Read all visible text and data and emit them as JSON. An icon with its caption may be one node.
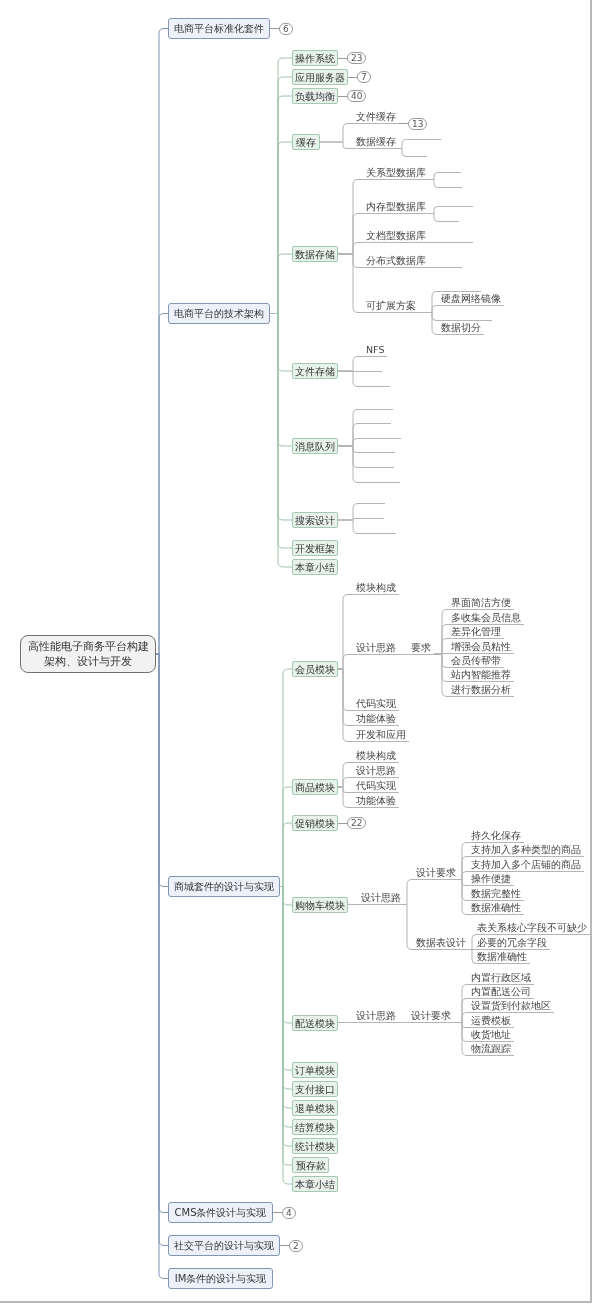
{
  "diagram": {
    "nodes": [
      {
        "text": [
          "高性能电子商务平台构建架构、设计与开发"
        ]
      },
      {
        "text": [
          "电商平台标准化套件"
        ],
        "beside": [
          "6"
        ]
      },
      {
        "text": [
          "电商平台的技术架构"
        ]
      },
      {
        "text": [
          "操作系统"
        ],
        "beside": [
          "23"
        ]
      },
      {
        "text": [
          "应用服务器"
        ],
        "beside": [
          "7"
        ]
      },
      {
        "text": [
          "负载均衡"
        ],
        "beside": [
          "40"
        ]
      },
      {
        "text": [
          "缓存"
        ]
      },
      {
        "text": [
          "文件缓存"
        ],
        "beside": [
          "13"
        ]
      },
      {
        "text": [
          "数据缓存"
        ]
      },
      {
        "text": [],
        "shape": "line"
      },
      {
        "text": [],
        "shape": "line"
      },
      {
        "text": [
          "数据存储"
        ]
      },
      {
        "text": [
          "关系型数据库"
        ]
      },
      {
        "text": [],
        "shape": "line"
      },
      {
        "text": [],
        "shape": "line"
      },
      {
        "text": [
          "内存型数据库"
        ]
      },
      {
        "text": [],
        "shape": "line"
      },
      {
        "text": [],
        "shape": "line"
      },
      {
        "text": [
          "文档型数据库"
        ]
      },
      {
        "text": [],
        "shape": "line"
      },
      {
        "text": [
          "分布式数据库"
        ]
      },
      {
        "text": [],
        "shape": "line"
      },
      {
        "text": [
          "可扩展方案"
        ]
      },
      {
        "text": [],
        "shape": "line"
      },
      {
        "text": [
          "硬盘网络镜像"
        ]
      },
      {
        "text": [],
        "shape": "line"
      },
      {
        "text": [
          "数据切分"
        ]
      },
      {
        "text": [
          "文件存储"
        ]
      },
      {
        "text": [
          "NFS"
        ]
      },
      {
        "text": [],
        "shape": "line"
      },
      {
        "text": [],
        "shape": "line"
      },
      {
        "text": [
          "消息队列"
        ]
      },
      {
        "text": [],
        "shape": "line"
      },
      {
        "text": [],
        "shape": "line"
      },
      {
        "text": [],
        "shape": "line"
      },
      {
        "text": [],
        "shape": "line"
      },
      {
        "text": [],
        "shape": "line"
      },
      {
        "text": [],
        "shape": "line"
      },
      {
        "text": [
          "搜索设计"
        ]
      },
      {
        "text": [],
        "shape": "line"
      },
      {
        "text": [],
        "shape": "line"
      },
      {
        "text": [],
        "shape": "line"
      },
      {
        "text": [
          "开发框架"
        ]
      },
      {
        "text": [
          "本章小结"
        ]
      },
      {
        "text": [
          "商城套件的设计与实现"
        ]
      },
      {
        "text": [
          "会员模块"
        ]
      },
      {
        "text": [
          "模块构成"
        ]
      },
      {
        "text": [
          "设计思路"
        ]
      },
      {
        "text": [
          "要求"
        ]
      },
      {
        "text": [
          "界面简洁方便"
        ]
      },
      {
        "text": [
          "多收集会员信息"
        ]
      },
      {
        "text": [
          "差异化管理"
        ]
      },
      {
        "text": [
          "增强会员粘性"
        ]
      },
      {
        "text": [
          "会员传帮带"
        ]
      },
      {
        "text": [
          "站内智能推荐"
        ]
      },
      {
        "text": [
          "进行数据分析"
        ]
      },
      {
        "text": [
          "代码实现"
        ]
      },
      {
        "text": [
          "功能体验"
        ]
      },
      {
        "text": [
          "开发和应用"
        ]
      },
      {
        "text": [
          "商品模块"
        ]
      },
      {
        "text": [
          "模块构成"
        ]
      },
      {
        "text": [
          "设计思路"
        ]
      },
      {
        "text": [
          "代码实现"
        ]
      },
      {
        "text": [
          "功能体验"
        ]
      },
      {
        "text": [
          "促销模块"
        ],
        "beside": [
          "22"
        ]
      },
      {
        "text": [
          "购物车模块"
        ]
      },
      {
        "text": [
          "设计思路"
        ]
      },
      {
        "text": [
          "设计要求"
        ]
      },
      {
        "text": [
          "持久化保存"
        ]
      },
      {
        "text": [
          "支持加入多种类型的商品"
        ]
      },
      {
        "text": [
          "支持加入多个店铺的商品"
        ]
      },
      {
        "text": [
          "操作便捷"
        ]
      },
      {
        "text": [
          "数据完整性"
        ]
      },
      {
        "text": [
          "数据准确性"
        ]
      },
      {
        "text": [
          "数据表设计"
        ]
      },
      {
        "text": [
          "表关系核心字段不可缺少"
        ]
      },
      {
        "text": [
          "必要的冗余字段"
        ]
      },
      {
        "text": [
          "数据准确性"
        ]
      },
      {
        "text": [
          "配送模块"
        ]
      },
      {
        "text": [
          "设计思路"
        ]
      },
      {
        "text": [
          "设计要求"
        ]
      },
      {
        "text": [
          "内置行政区域"
        ]
      },
      {
        "text": [
          "内置配送公司"
        ]
      },
      {
        "text": [
          "设置货到付款地区"
        ]
      },
      {
        "text": [
          "运费模板"
        ]
      },
      {
        "text": [
          "收货地址"
        ]
      },
      {
        "text": [
          "物流跟踪"
        ]
      },
      {
        "text": [
          "订单模块"
        ]
      },
      {
        "text": [
          "支付接口"
        ]
      },
      {
        "text": [
          "退单模块"
        ]
      },
      {
        "text": [
          "结算模块"
        ]
      },
      {
        "text": [
          "统计模块"
        ]
      },
      {
        "text": [
          "预存款"
        ]
      },
      {
        "text": [
          "本章小结"
        ]
      },
      {
        "text": [
          "CMS条件设计与实现"
        ],
        "beside": [
          "4"
        ]
      },
      {
        "text": [
          "社交平台的设计与实现"
        ],
        "beside": [
          "2"
        ]
      },
      {
        "text": [
          "IM条件的设计与实现"
        ]
      }
    ],
    "edges": [
      {
        "from": 0,
        "to": 1,
        "arrow": "none",
        "color": "#7f96b6"
      },
      {
        "from": 0,
        "to": 2,
        "arrow": "none",
        "color": "#7f96b6"
      },
      {
        "from": 0,
        "to": 44,
        "arrow": "none",
        "color": "#7f96b6"
      },
      {
        "from": 0,
        "to": 94,
        "arrow": "none",
        "color": "#7f96b6"
      },
      {
        "from": 0,
        "to": 95,
        "arrow": "none",
        "color": "#7f96b6"
      },
      {
        "from": 0,
        "to": 96,
        "arrow": "none",
        "color": "#7f96b6"
      },
      {
        "from": 2,
        "to": 3,
        "arrow": "none",
        "color": "#9fc6ab"
      },
      {
        "from": 2,
        "to": 4,
        "arrow": "none",
        "color": "#9fc6ab"
      },
      {
        "from": 2,
        "to": 5,
        "arrow": "none",
        "color": "#9fc6ab"
      },
      {
        "from": 2,
        "to": 6,
        "arrow": "none",
        "color": "#9fc6ab"
      },
      {
        "from": 2,
        "to": 11,
        "arrow": "none",
        "color": "#9fc6ab"
      },
      {
        "from": 2,
        "to": 27,
        "arrow": "none",
        "color": "#9fc6ab"
      },
      {
        "from": 2,
        "to": 31,
        "arrow": "none",
        "color": "#9fc6ab"
      },
      {
        "from": 2,
        "to": 38,
        "arrow": "none",
        "color": "#9fc6ab"
      },
      {
        "from": 2,
        "to": 42,
        "arrow": "none",
        "color": "#9fc6ab"
      },
      {
        "from": 2,
        "to": 43,
        "arrow": "none",
        "color": "#9fc6ab"
      },
      {
        "from": 6,
        "to": 7,
        "arrow": "none"
      },
      {
        "from": 6,
        "to": 8,
        "arrow": "none"
      },
      {
        "from": 8,
        "to": 9,
        "arrow": "none"
      },
      {
        "from": 8,
        "to": 10,
        "arrow": "none"
      },
      {
        "from": 11,
        "to": 12,
        "arrow": "none"
      },
      {
        "from": 11,
        "to": 15,
        "arrow": "none"
      },
      {
        "from": 11,
        "to": 18,
        "arrow": "none"
      },
      {
        "from": 11,
        "to": 20,
        "arrow": "none"
      },
      {
        "from": 11,
        "to": 22,
        "arrow": "none"
      },
      {
        "from": 12,
        "to": 13,
        "arrow": "none"
      },
      {
        "from": 12,
        "to": 14,
        "arrow": "none"
      },
      {
        "from": 15,
        "to": 16,
        "arrow": "none"
      },
      {
        "from": 15,
        "to": 17,
        "arrow": "none"
      },
      {
        "from": 18,
        "to": 19,
        "arrow": "none"
      },
      {
        "from": 20,
        "to": 21,
        "arrow": "none"
      },
      {
        "from": 22,
        "to": 23,
        "arrow": "none"
      },
      {
        "from": 22,
        "to": 24,
        "arrow": "none"
      },
      {
        "from": 22,
        "to": 25,
        "arrow": "none"
      },
      {
        "from": 22,
        "to": 26,
        "arrow": "none"
      },
      {
        "from": 27,
        "to": 28,
        "arrow": "none"
      },
      {
        "from": 27,
        "to": 29,
        "arrow": "none"
      },
      {
        "from": 27,
        "to": 30,
        "arrow": "none"
      },
      {
        "from": 31,
        "to": 32,
        "arrow": "none"
      },
      {
        "from": 31,
        "to": 33,
        "arrow": "none"
      },
      {
        "from": 31,
        "to": 34,
        "arrow": "none"
      },
      {
        "from": 31,
        "to": 35,
        "arrow": "none"
      },
      {
        "from": 31,
        "to": 36,
        "arrow": "none"
      },
      {
        "from": 31,
        "to": 37,
        "arrow": "none"
      },
      {
        "from": 38,
        "to": 39,
        "arrow": "none"
      },
      {
        "from": 38,
        "to": 40,
        "arrow": "none"
      },
      {
        "from": 38,
        "to": 41,
        "arrow": "none"
      },
      {
        "from": 44,
        "to": 45,
        "arrow": "none",
        "color": "#9fc6ab"
      },
      {
        "from": 44,
        "to": 59,
        "arrow": "none",
        "color": "#9fc6ab"
      },
      {
        "from": 44,
        "to": 64,
        "arrow": "none",
        "color": "#9fc6ab"
      },
      {
        "from": 44,
        "to": 65,
        "arrow": "none",
        "color": "#9fc6ab"
      },
      {
        "from": 44,
        "to": 78,
        "arrow": "none",
        "color": "#9fc6ab"
      },
      {
        "from": 44,
        "to": 87,
        "arrow": "none",
        "color": "#9fc6ab"
      },
      {
        "from": 44,
        "to": 88,
        "arrow": "none",
        "color": "#9fc6ab"
      },
      {
        "from": 44,
        "to": 89,
        "arrow": "none",
        "color": "#9fc6ab"
      },
      {
        "from": 44,
        "to": 90,
        "arrow": "none",
        "color": "#9fc6ab"
      },
      {
        "from": 44,
        "to": 91,
        "arrow": "none",
        "color": "#9fc6ab"
      },
      {
        "from": 44,
        "to": 92,
        "arrow": "none",
        "color": "#9fc6ab"
      },
      {
        "from": 44,
        "to": 93,
        "arrow": "none",
        "color": "#9fc6ab"
      },
      {
        "from": 45,
        "to": 46,
        "arrow": "none"
      },
      {
        "from": 45,
        "to": 47,
        "arrow": "none"
      },
      {
        "from": 45,
        "to": 56,
        "arrow": "none"
      },
      {
        "from": 45,
        "to": 57,
        "arrow": "none"
      },
      {
        "from": 45,
        "to": 58,
        "arrow": "none"
      },
      {
        "from": 47,
        "to": 48,
        "arrow": "none"
      },
      {
        "from": 48,
        "to": 49,
        "arrow": "none"
      },
      {
        "from": 48,
        "to": 50,
        "arrow": "none"
      },
      {
        "from": 48,
        "to": 51,
        "arrow": "none"
      },
      {
        "from": 48,
        "to": 52,
        "arrow": "none"
      },
      {
        "from": 48,
        "to": 53,
        "arrow": "none"
      },
      {
        "from": 48,
        "to": 54,
        "arrow": "none"
      },
      {
        "from": 48,
        "to": 55,
        "arrow": "none"
      },
      {
        "from": 59,
        "to": 60,
        "arrow": "none"
      },
      {
        "from": 59,
        "to": 61,
        "arrow": "none"
      },
      {
        "from": 59,
        "to": 62,
        "arrow": "none"
      },
      {
        "from": 59,
        "to": 63,
        "arrow": "none"
      },
      {
        "from": 65,
        "to": 66,
        "arrow": "none"
      },
      {
        "from": 66,
        "to": 67,
        "arrow": "none"
      },
      {
        "from": 66,
        "to": 74,
        "arrow": "none"
      },
      {
        "from": 67,
        "to": 68,
        "arrow": "none"
      },
      {
        "from": 67,
        "to": 69,
        "arrow": "none"
      },
      {
        "from": 67,
        "to": 70,
        "arrow": "none"
      },
      {
        "from": 67,
        "to": 71,
        "arrow": "none"
      },
      {
        "from": 67,
        "to": 72,
        "arrow": "none"
      },
      {
        "from": 67,
        "to": 73,
        "arrow": "none"
      },
      {
        "from": 74,
        "to": 75,
        "arrow": "none"
      },
      {
        "from": 74,
        "to": 76,
        "arrow": "none"
      },
      {
        "from": 74,
        "to": 77,
        "arrow": "none"
      },
      {
        "from": 78,
        "to": 79,
        "arrow": "none"
      },
      {
        "from": 79,
        "to": 80,
        "arrow": "none"
      },
      {
        "from": 80,
        "to": 81,
        "arrow": "none"
      },
      {
        "from": 80,
        "to": 82,
        "arrow": "none"
      },
      {
        "from": 80,
        "to": 83,
        "arrow": "none"
      },
      {
        "from": 80,
        "to": 84,
        "arrow": "none"
      },
      {
        "from": 80,
        "to": 85,
        "arrow": "none"
      },
      {
        "from": 80,
        "to": 86,
        "arrow": "none"
      }
    ]
  }
}
